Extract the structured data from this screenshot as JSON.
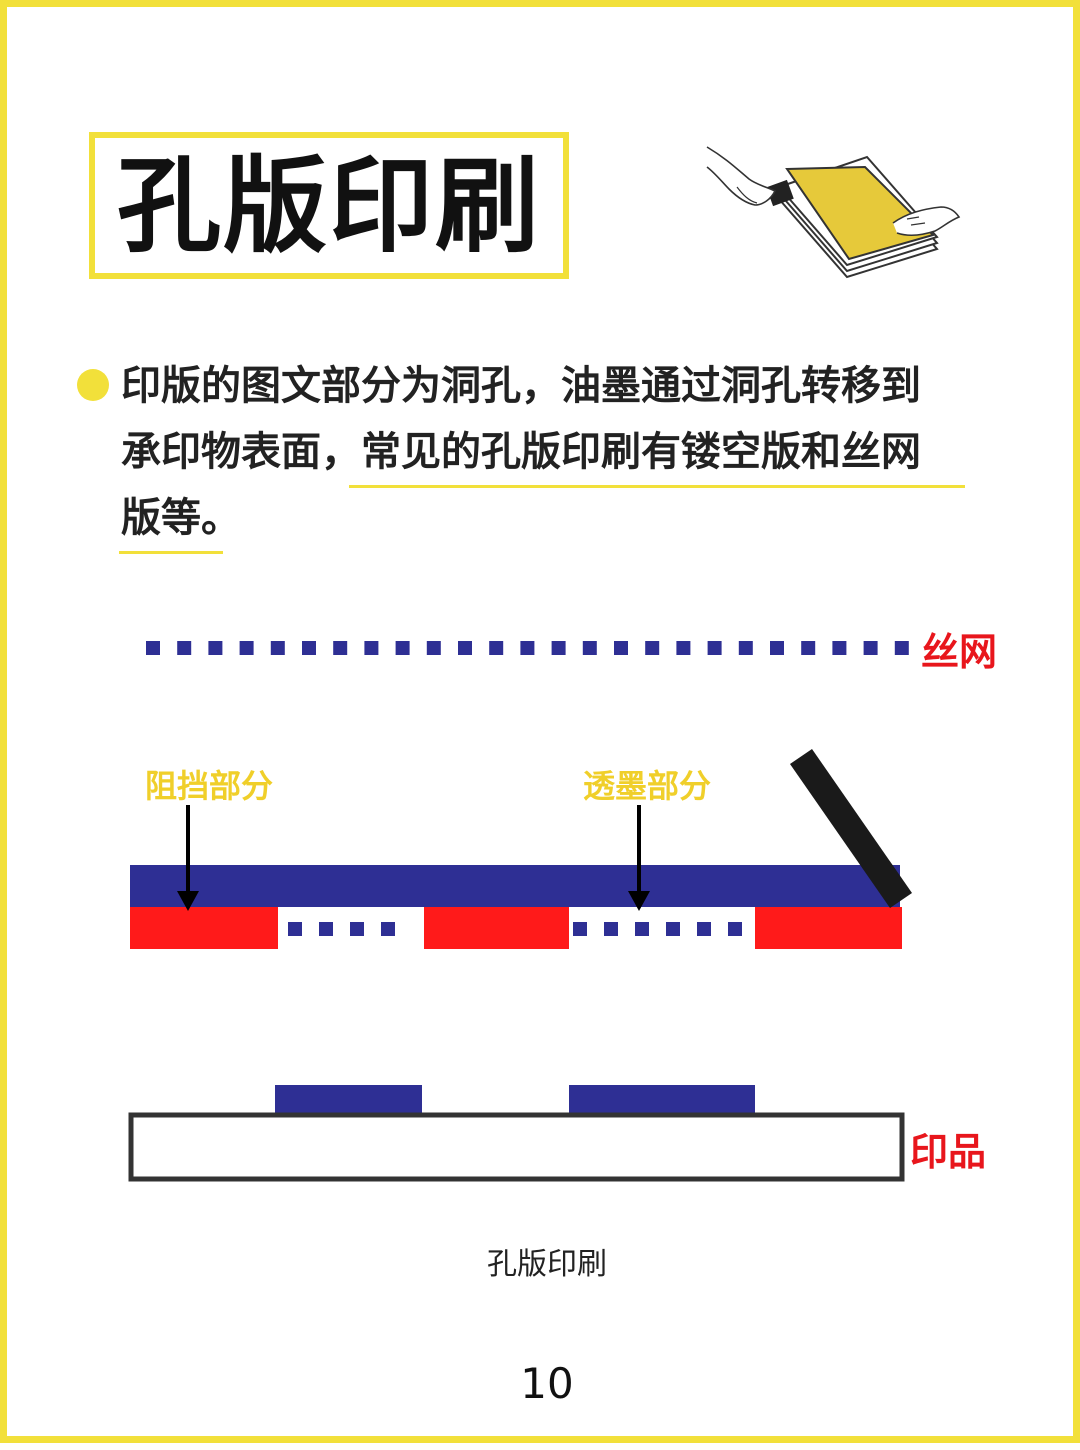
{
  "title": "孔版印刷",
  "description": {
    "lines": [
      "印版的图文部分为洞孔，油墨通过洞孔转移到",
      "承印物表面，常见的孔版印刷有镂空版和丝网",
      "版等。"
    ]
  },
  "diagram": {
    "label_mesh": "丝网",
    "label_block": "阻挡部分",
    "label_ink": "透墨部分",
    "label_print": "印品"
  },
  "caption": "孔版印刷",
  "page_number": "10",
  "colors": {
    "accent_yellow": "#f2e03a",
    "screen_blue": "#2e2f94",
    "block_red": "#ff1a1a",
    "label_red": "#e8161c",
    "label_yellow": "#f0cf2a",
    "squeegee": "#1a1a1a"
  }
}
